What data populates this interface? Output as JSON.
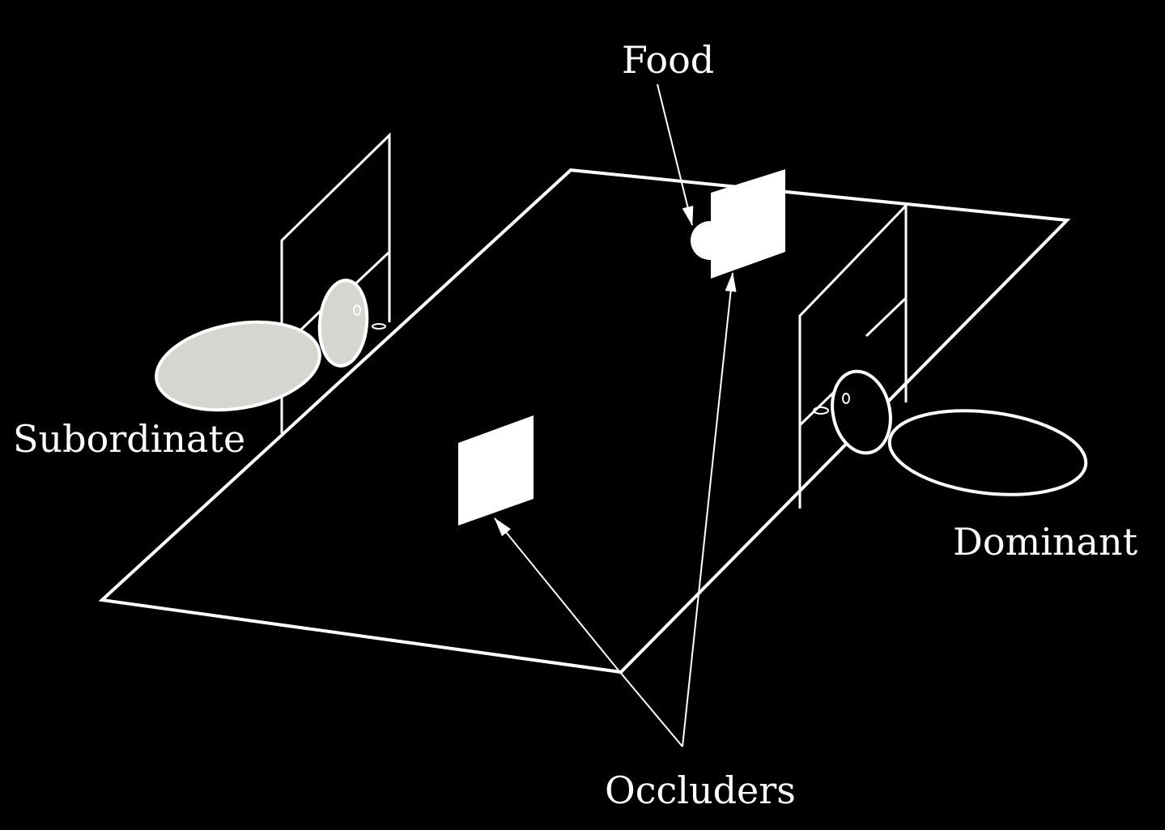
{
  "colors": {
    "background": "#000000",
    "stroke": "#ffffff",
    "subordinate_fill": "#d6d6d0",
    "occluder_fill": "#ffffff",
    "food_fill": "#ffffff"
  },
  "labels": {
    "food": "Food",
    "subordinate": "Subordinate",
    "dominant": "Dominant",
    "occluders": "Occluders"
  }
}
